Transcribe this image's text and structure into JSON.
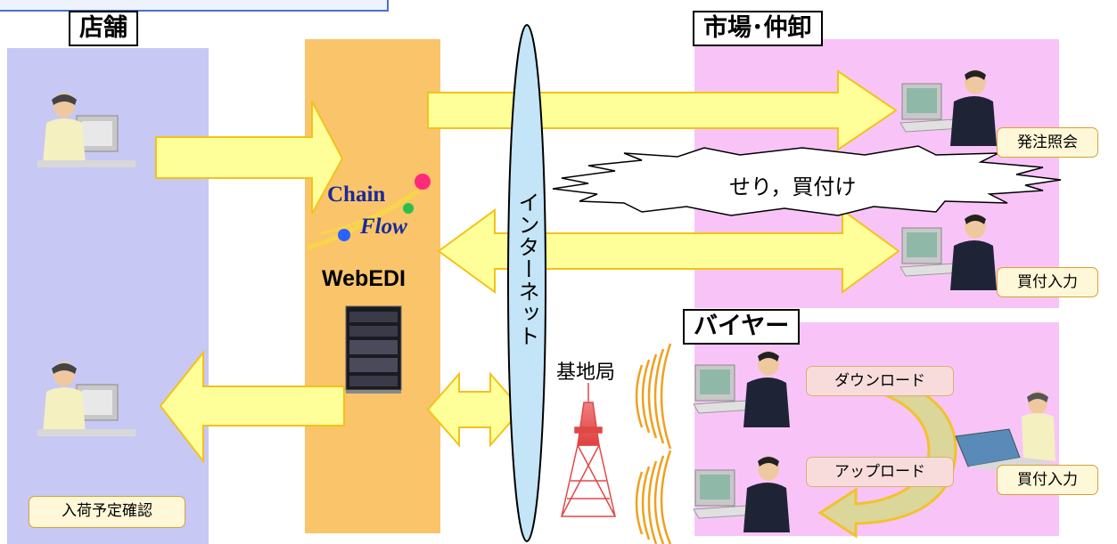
{
  "sections": {
    "store": "店舗",
    "market": "市場･仲卸",
    "buyer": "バイヤー"
  },
  "labels": {
    "webedi": "WebEDI",
    "internet": "インターネット",
    "base_station": "基地局",
    "auction": "せり，買付け",
    "logo_top": "Chain",
    "logo_bottom": "Flow"
  },
  "notes": {
    "order_inquiry": "発注照会",
    "purchase_input_market": "買付入力",
    "download": "ダウンロード",
    "upload": "アップロード",
    "purchase_input_buyer": "買付入力",
    "arrival_confirm": "入荷予定確認"
  },
  "colors": {
    "store_bg": "#c8c8f4",
    "server_bg": "#fac46a",
    "market_bg": "#f8c4f8",
    "arrow_fill": "#ffff9a",
    "arrow_stroke": "#f2c21a",
    "internet_fill": "#c4e4f8"
  }
}
